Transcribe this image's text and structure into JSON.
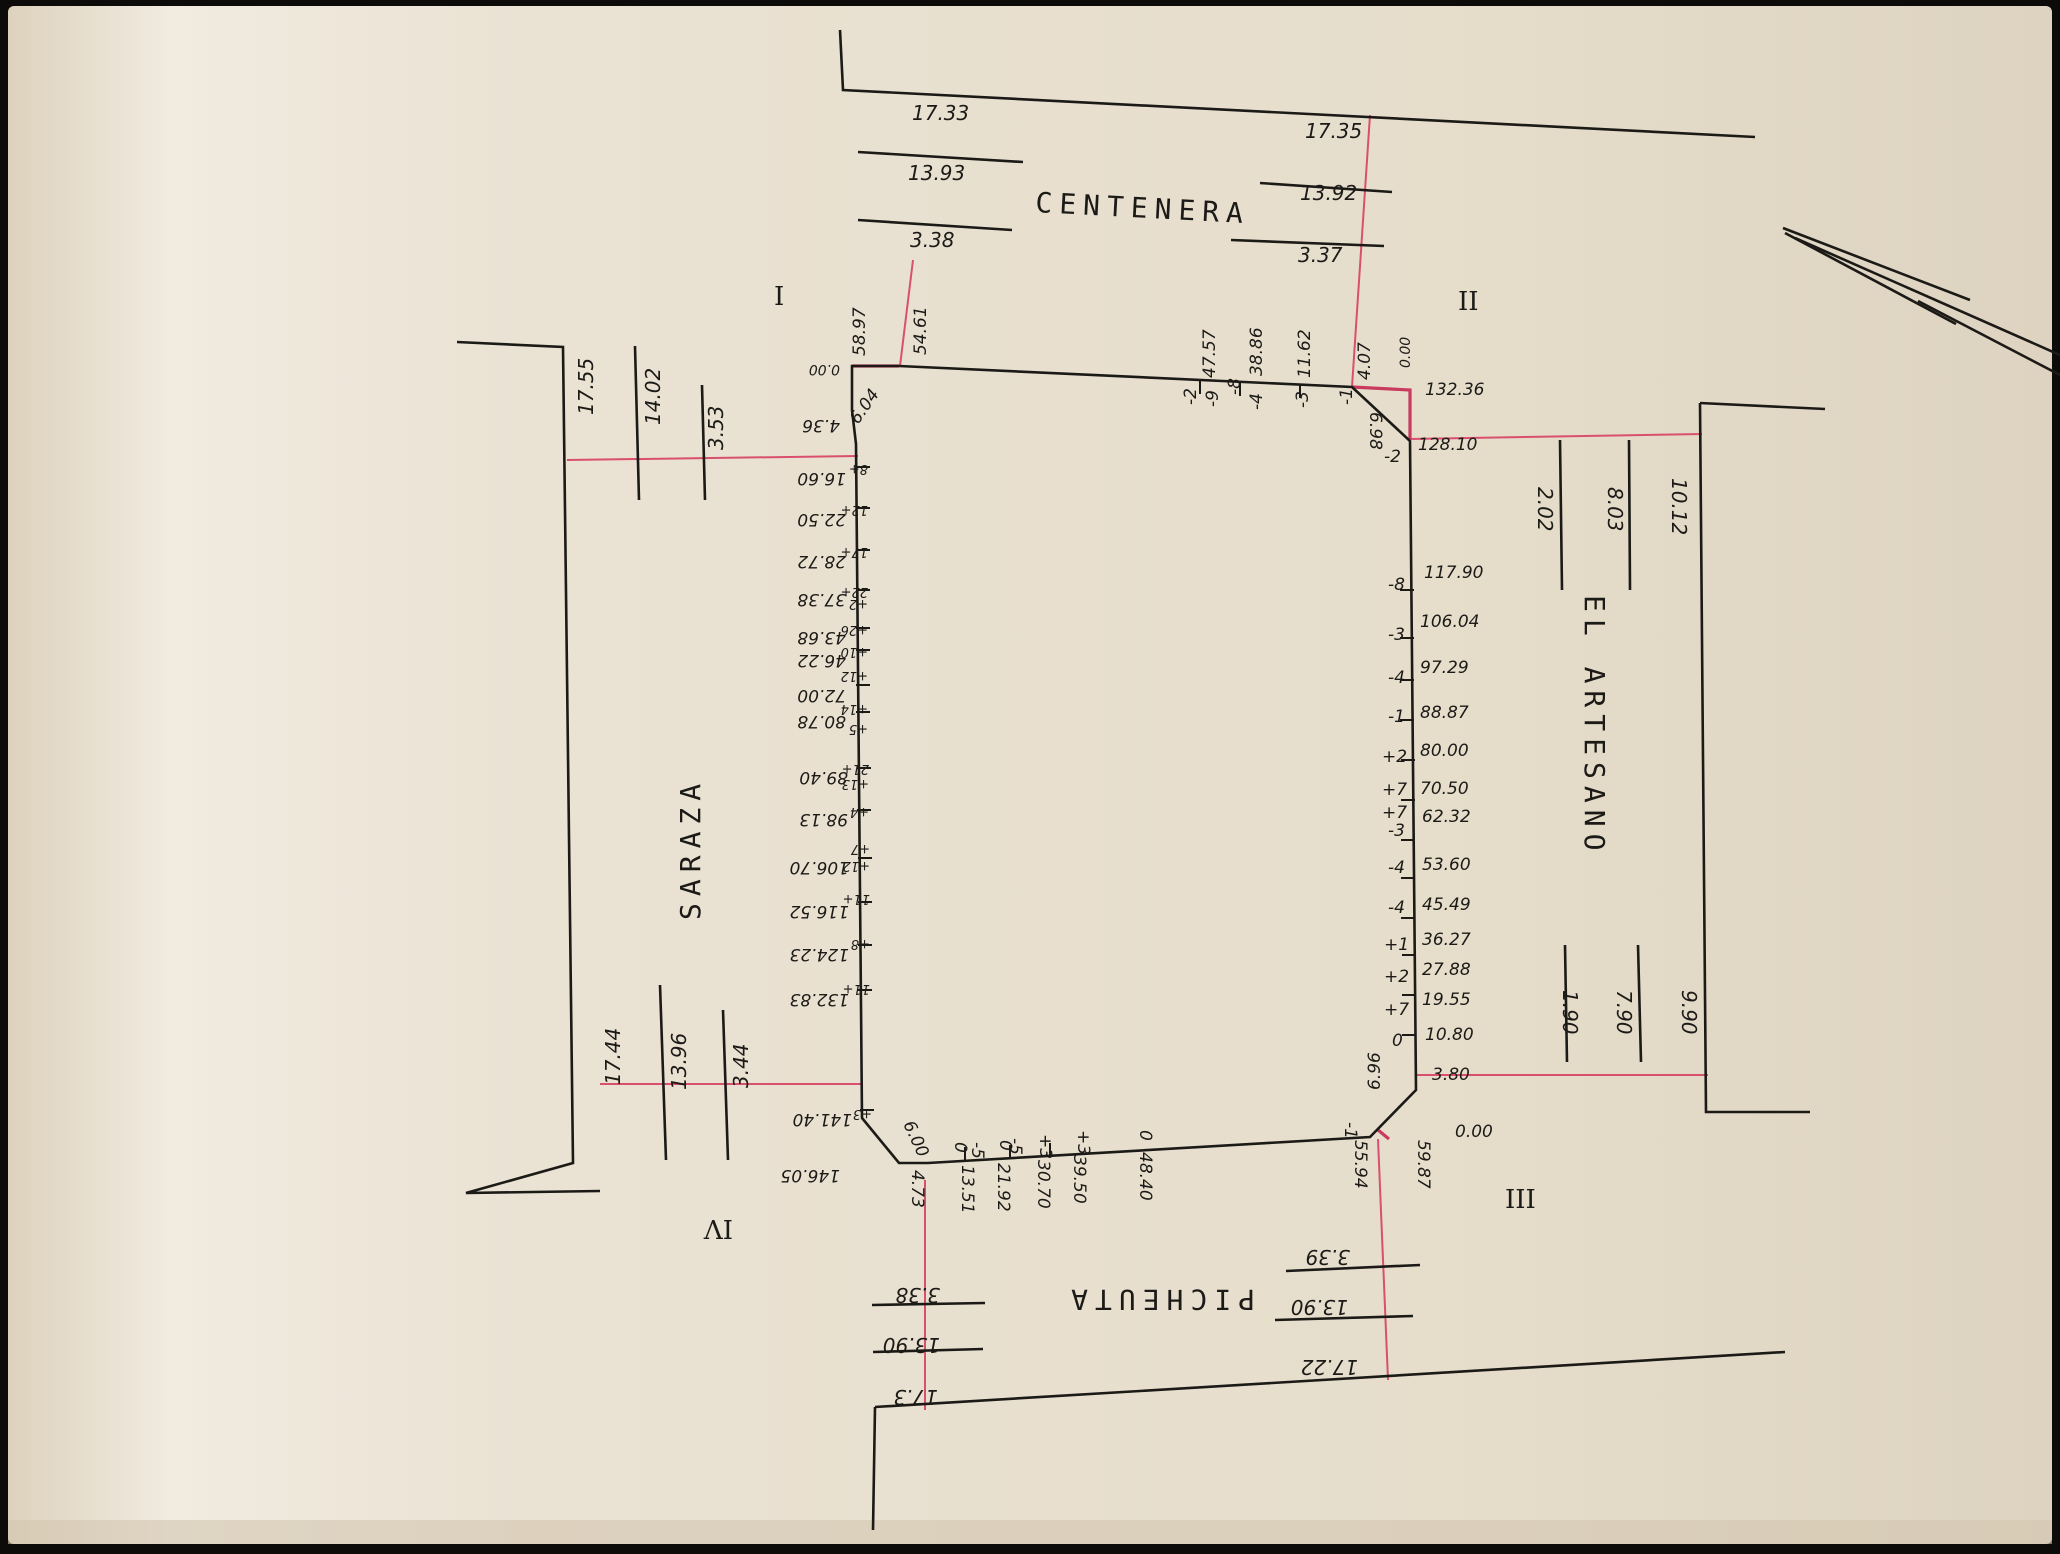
{
  "colors": {
    "paper": "#e9e1d1",
    "ink": "#1b1a17",
    "construction_lines": "#d9506e",
    "frame": "#0c0b09"
  },
  "streets": {
    "north": "CENTENERA",
    "west": "SARAZA",
    "east": "EL ARTESANO",
    "south": "PICHEUTA"
  },
  "corners": {
    "nw": "I",
    "ne": "II",
    "se": "III",
    "sw": "IV"
  },
  "profiles": {
    "north_left": [
      "17.33",
      "13.93",
      "3.38"
    ],
    "north_right": [
      "17.35",
      "13.92",
      "3.37"
    ],
    "west_top": [
      "17.55",
      "14.02",
      "3.53"
    ],
    "west_bottom": [
      "17.44",
      "13.96",
      "3.44"
    ],
    "east_top": [
      "2.02",
      "8.03",
      "10.12"
    ],
    "east_bottom": [
      "1.90",
      "7.90",
      "9.90"
    ],
    "south_left": [
      "3.38",
      "13.90",
      "17.3"
    ],
    "south_right": [
      "3.39",
      "13.90",
      "17.22"
    ]
  },
  "north_side": {
    "stations": [
      "58.97",
      "54.61",
      "47.57",
      "38.86",
      "11.62",
      "4.07",
      "0.00"
    ],
    "levels": [
      "-2",
      "-9",
      "-8",
      "-4",
      "-3",
      "-1"
    ]
  },
  "east_side": {
    "stations": [
      "132.36",
      "128.10",
      "117.90",
      "106.04",
      "97.29",
      "88.87",
      "80.00",
      "70.50",
      "62.32",
      "53.60",
      "45.49",
      "36.27",
      "27.88",
      "19.55",
      "10.80",
      "3.80",
      "0.00"
    ],
    "levels": [
      "-2",
      "-8",
      "-3",
      "-4",
      "-1",
      "+2",
      "+7",
      "+7",
      "-3",
      "-4",
      "-4",
      "+1",
      "+2",
      "+7",
      "0"
    ],
    "chamfer_labels": [
      "6.98",
      "6.96"
    ]
  },
  "south_side": {
    "stations": [
      "4.73",
      "13.51",
      "21.92",
      "30.70",
      "39.50",
      "48.40",
      "55.94",
      "59.87"
    ],
    "levels": [
      "0",
      "-5",
      "0",
      "-5",
      "+3",
      "+3",
      "0",
      "-1"
    ],
    "chamfer_label": "6.00"
  },
  "west_side": {
    "stations": [
      "0.00",
      "4.36",
      "16.60",
      "22.50",
      "28.72",
      "37.38",
      "43.68",
      "46.22",
      "72.00",
      "80.78",
      "89.40",
      "98.13",
      "106.70",
      "116.52",
      "124.23",
      "132.83",
      "141.40",
      "146.05"
    ],
    "levels": [
      "8+",
      "12+",
      "17+",
      "22+",
      "+2",
      "+26",
      "+10",
      "+12",
      "+14",
      "+5",
      "21+",
      "+13",
      "+4",
      "+7",
      "+12",
      "11+",
      "+8",
      "11+",
      "+3"
    ],
    "chamfer_label": "6.04"
  }
}
